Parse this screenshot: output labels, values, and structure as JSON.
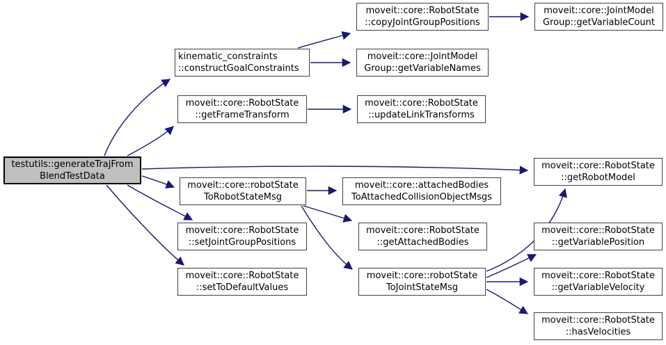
{
  "diagram": {
    "type": "call-graph",
    "background_color": "#ffffff",
    "edge_color": "#191970",
    "node_fill": "#ffffff",
    "node_border_color": "#404040",
    "root_fill": "#bfbfbf",
    "text_color": "#000000",
    "nodes": [
      {
        "id": "generateTrajFromBlendTestData",
        "line1": "testutils::generateTrajFrom",
        "line2": "BlendTestData",
        "full": "testutils::generateTrajFromBlendTestData",
        "is_root": true
      },
      {
        "id": "constructGoalConstraints",
        "line1": "kinematic_constraints",
        "line2": "::constructGoalConstraints",
        "full": "kinematic_constraints::constructGoalConstraints",
        "is_root": false
      },
      {
        "id": "getFrameTransform",
        "line1": "moveit::core::RobotState",
        "line2": "::getFrameTransform",
        "full": "moveit::core::RobotState::getFrameTransform",
        "is_root": false
      },
      {
        "id": "robotStateToRobotStateMsg",
        "line1": "moveit::core::robotState",
        "line2": "ToRobotStateMsg",
        "full": "moveit::core::robotStateToRobotStateMsg",
        "is_root": false
      },
      {
        "id": "setJointGroupPositions",
        "line1": "moveit::core::RobotState",
        "line2": "::setJointGroupPositions",
        "full": "moveit::core::RobotState::setJointGroupPositions",
        "is_root": false
      },
      {
        "id": "setToDefaultValues",
        "line1": "moveit::core::RobotState",
        "line2": "::setToDefaultValues",
        "full": "moveit::core::RobotState::setToDefaultValues",
        "is_root": false
      },
      {
        "id": "copyJointGroupPositions",
        "line1": "moveit::core::RobotState",
        "line2": "::copyJointGroupPositions",
        "full": "moveit::core::RobotState::copyJointGroupPositions",
        "is_root": false
      },
      {
        "id": "getVariableNames",
        "line1": "moveit::core::JointModel",
        "line2": "Group::getVariableNames",
        "full": "moveit::core::JointModelGroup::getVariableNames",
        "is_root": false
      },
      {
        "id": "updateLinkTransforms",
        "line1": "moveit::core::RobotState",
        "line2": "::updateLinkTransforms",
        "full": "moveit::core::RobotState::updateLinkTransforms",
        "is_root": false
      },
      {
        "id": "attachedBodiesToAttachedCollisionObjectMsgs",
        "line1": "moveit::core::attachedBodies",
        "line2": "ToAttachedCollisionObjectMsgs",
        "full": "moveit::core::attachedBodiesToAttachedCollisionObjectMsgs",
        "is_root": false
      },
      {
        "id": "getAttachedBodies",
        "line1": "moveit::core::RobotState",
        "line2": "::getAttachedBodies",
        "full": "moveit::core::RobotState::getAttachedBodies",
        "is_root": false
      },
      {
        "id": "robotStateToJointStateMsg",
        "line1": "moveit::core::robotState",
        "line2": "ToJointStateMsg",
        "full": "moveit::core::robotStateToJointStateMsg",
        "is_root": false
      },
      {
        "id": "getVariableCount",
        "line1": "moveit::core::JointModel",
        "line2": "Group::getVariableCount",
        "full": "moveit::core::JointModelGroup::getVariableCount",
        "is_root": false
      },
      {
        "id": "getRobotModel",
        "line1": "moveit::core::RobotState",
        "line2": "::getRobotModel",
        "full": "moveit::core::RobotState::getRobotModel",
        "is_root": false
      },
      {
        "id": "getVariablePosition",
        "line1": "moveit::core::RobotState",
        "line2": "::getVariablePosition",
        "full": "moveit::core::RobotState::getVariablePosition",
        "is_root": false
      },
      {
        "id": "getVariableVelocity",
        "line1": "moveit::core::RobotState",
        "line2": "::getVariableVelocity",
        "full": "moveit::core::RobotState::getVariableVelocity",
        "is_root": false
      },
      {
        "id": "hasVelocities",
        "line1": "moveit::core::RobotState",
        "line2": "::hasVelocities",
        "full": "moveit::core::RobotState::hasVelocities",
        "is_root": false
      }
    ],
    "edges": [
      {
        "from": "generateTrajFromBlendTestData",
        "to": "constructGoalConstraints"
      },
      {
        "from": "generateTrajFromBlendTestData",
        "to": "getFrameTransform"
      },
      {
        "from": "generateTrajFromBlendTestData",
        "to": "getRobotModel"
      },
      {
        "from": "generateTrajFromBlendTestData",
        "to": "robotStateToRobotStateMsg"
      },
      {
        "from": "generateTrajFromBlendTestData",
        "to": "setJointGroupPositions"
      },
      {
        "from": "generateTrajFromBlendTestData",
        "to": "setToDefaultValues"
      },
      {
        "from": "constructGoalConstraints",
        "to": "copyJointGroupPositions"
      },
      {
        "from": "constructGoalConstraints",
        "to": "getVariableNames"
      },
      {
        "from": "getFrameTransform",
        "to": "updateLinkTransforms"
      },
      {
        "from": "copyJointGroupPositions",
        "to": "getVariableCount"
      },
      {
        "from": "robotStateToRobotStateMsg",
        "to": "attachedBodiesToAttachedCollisionObjectMsgs"
      },
      {
        "from": "robotStateToRobotStateMsg",
        "to": "getAttachedBodies"
      },
      {
        "from": "robotStateToRobotStateMsg",
        "to": "robotStateToJointStateMsg"
      },
      {
        "from": "robotStateToJointStateMsg",
        "to": "getRobotModel"
      },
      {
        "from": "robotStateToJointStateMsg",
        "to": "getVariablePosition"
      },
      {
        "from": "robotStateToJointStateMsg",
        "to": "getVariableVelocity"
      },
      {
        "from": "robotStateToJointStateMsg",
        "to": "hasVelocities"
      }
    ]
  }
}
